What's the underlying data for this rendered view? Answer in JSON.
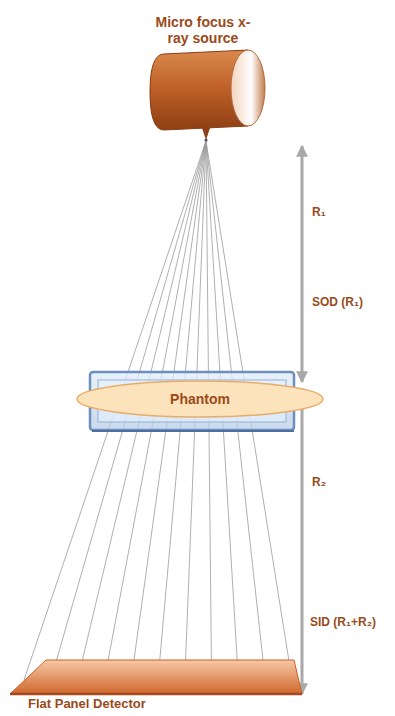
{
  "diagram": {
    "nodes": [
      {
        "text": [
          "Micro focus x-ray source"
        ]
      },
      {
        "text": [
          "Phantom"
        ]
      },
      {
        "text": [
          "Flat Panel Detector"
        ]
      }
    ],
    "labels": [
      "R₁",
      "SOD (R₁)",
      "R₂",
      "SID (R₁+R₂)"
    ]
  }
}
